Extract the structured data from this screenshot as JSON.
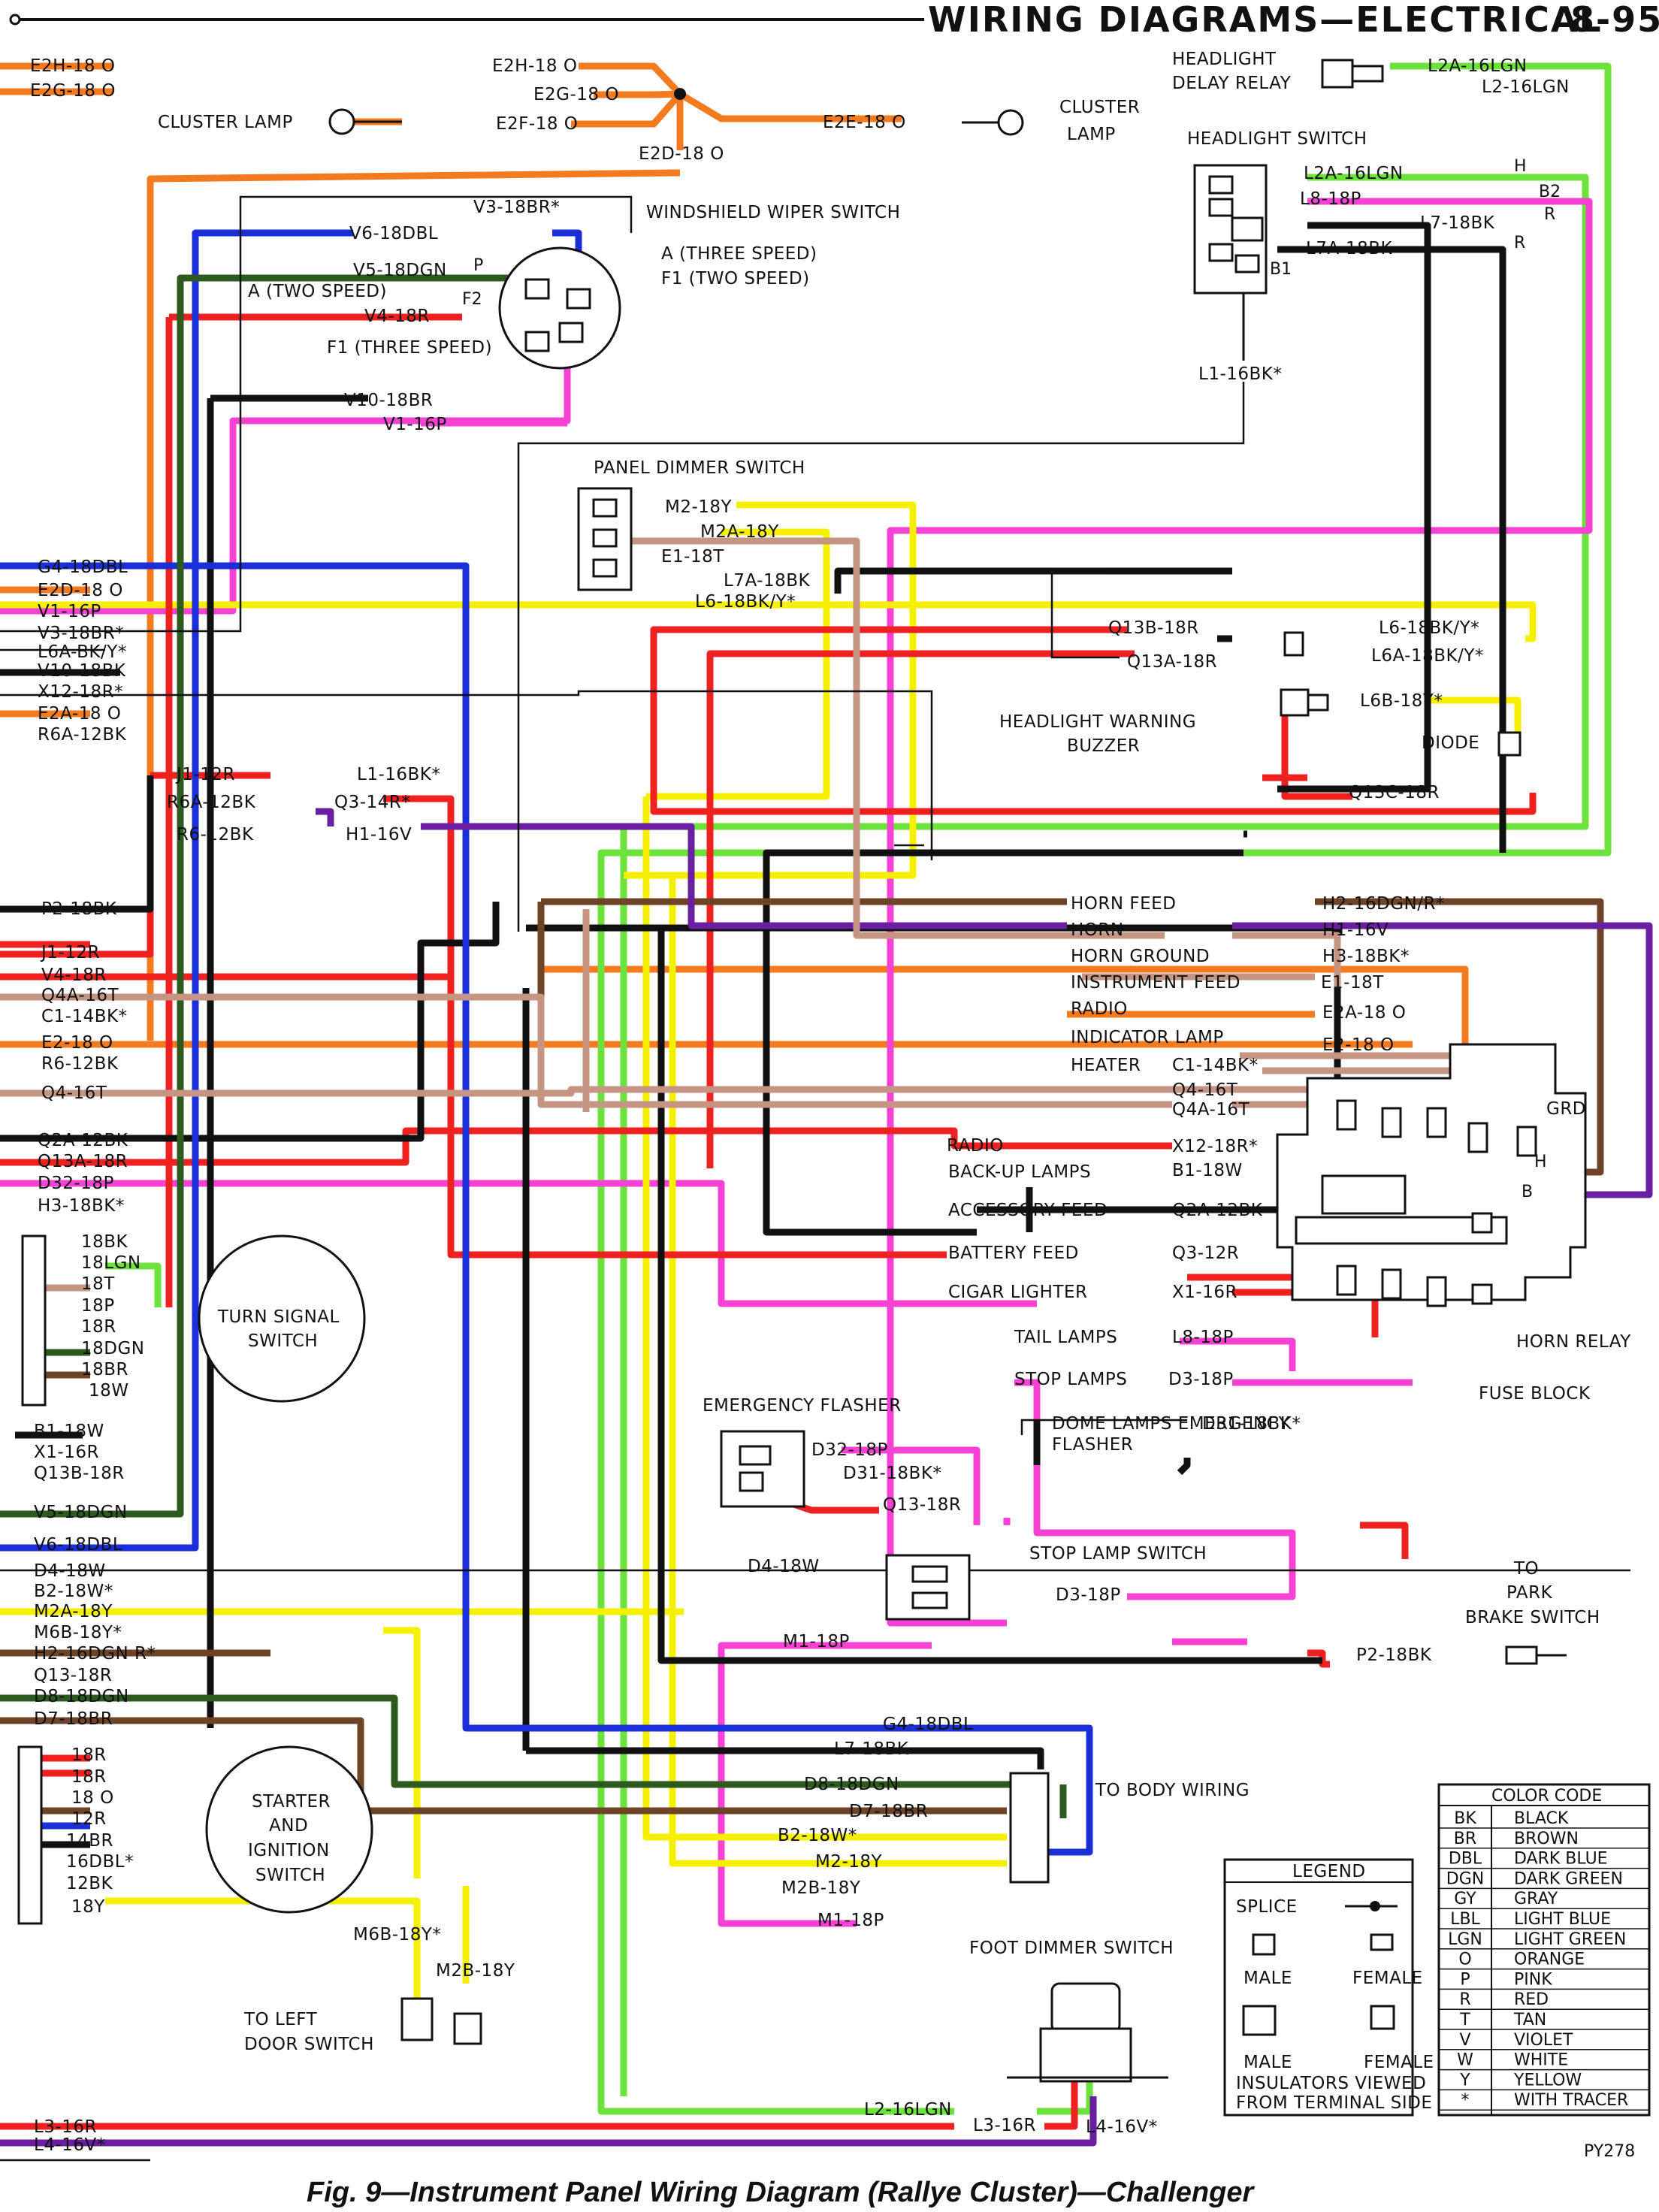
{
  "header": {
    "title": "WIRING DIAGRAMS—ELECTRICAL",
    "page": "8-95"
  },
  "caption": "Fig. 9—Instrument Panel Wiring Diagram (Rallye Cluster)—Challenger",
  "code": "PY278",
  "colors": {
    "orange": "#f47a20",
    "red": "#ee2121",
    "black": "#111111",
    "dark_blue": "#1b2fd6",
    "dark_green": "#2d5a1e",
    "light_green": "#6ee23c",
    "pink": "#f542d4",
    "yellow": "#f4f000",
    "tan": "#c69483",
    "violet": "#6a1fa0",
    "brown": "#6e4327",
    "gray": "#9a9a9a"
  },
  "components": {
    "cluster_lamp_left": "CLUSTER LAMP",
    "cluster_lamp_right": [
      "CLUSTER",
      "LAMP"
    ],
    "headlight_delay_relay": [
      "HEADLIGHT",
      "DELAY RELAY"
    ],
    "headlight_switch": "HEADLIGHT SWITCH",
    "windshield_wiper_switch": "WINDSHIELD WIPER SWITCH",
    "wiper_speed_a": "A (THREE SPEED)",
    "wiper_speed_f1": "F1 (TWO SPEED)",
    "wiper_a_two": "A (TWO SPEED)",
    "wiper_f1_three": "F1 (THREE SPEED)",
    "panel_dimmer_switch": "PANEL DIMMER SWITCH",
    "headlight_warning_buzzer": [
      "HEADLIGHT WARNING",
      "BUZZER"
    ],
    "diode": "DIODE",
    "turn_signal_switch": [
      "TURN SIGNAL",
      "SWITCH"
    ],
    "emergency_flasher": "EMERGENCY FLASHER",
    "stop_lamp_switch": "STOP LAMP SWITCH",
    "park_brake": [
      "TO",
      "PARK",
      "BRAKE SWITCH"
    ],
    "starter_ignition": [
      "STARTER",
      "AND",
      "IGNITION",
      "SWITCH"
    ],
    "left_door": [
      "TO LEFT",
      "DOOR SWITCH"
    ],
    "body_wiring": "TO BODY WIRING",
    "foot_dimmer_switch": "FOOT DIMMER SWITCH",
    "horn_relay": "HORN RELAY",
    "fuse_block": "FUSE BLOCK",
    "grd": "GRD",
    "terminal_h": "H",
    "terminal_b": "B",
    "switch_h": "H",
    "switch_b2": "B2",
    "switch_r1": "R",
    "switch_r2": "R",
    "switch_b1": "B1",
    "wiper_p": "P",
    "wiper_f2": "F2"
  },
  "left_labels": [
    "G4-18DBL",
    "E2D-18 O",
    "V1-16P",
    "V3-18BR*",
    "L6A-BK/Y*",
    "V10-18BK",
    "X12-18R*",
    "E2A-18 O",
    "R6A-12BK",
    "P2-18BK",
    "J1-12R",
    "V4-18R",
    "Q4A-16T",
    "C1-14BK*",
    "E2-18 O",
    "R6-12BK",
    "Q4-16T",
    "Q2A-12BK",
    "Q13A-18R",
    "D32-18P",
    "H3-18BK*",
    "B1-18W",
    "X1-16R",
    "Q13B-18R",
    "V5-18DGN",
    "V6-18DBL",
    "D4-18W",
    "B2-18W*",
    "M2A-18Y",
    "M6B-18Y*",
    "H2-16DGN R*",
    "Q13-18R",
    "D8-18DGN",
    "D7-18BR",
    "L3-16R",
    "L4-16V*"
  ],
  "top_labels": [
    "E2H-18 O",
    "E2G-18 O",
    "E2H-18 O",
    "E2G-18 O",
    "E2F-18 O",
    "E2D-18 O",
    "E2E-18 O",
    "L2A-16LGN",
    "L2-16LGN",
    "L2A-16LGN",
    "L8-18P",
    "L7-18BK",
    "L7A-18BK",
    "L1-16BK*",
    "V3-18BR*",
    "V6-18DBL",
    "V5-18DGN",
    "V4-18R",
    "V10-18BR",
    "V1-16P"
  ],
  "middle_labels": [
    "M2-18Y",
    "M2A-18Y",
    "E1-18T",
    "L7A-18BK",
    "L6-18BK/Y*",
    "Q13B-18R",
    "Q13A-18R",
    "L6-18BK/Y*",
    "L6A-18BK/Y*",
    "L6B-18Y*",
    "Q13C-18R",
    "J1-12R",
    "R6A-12BK",
    "R6-12BK",
    "L1-16BK*",
    "Q3-14R*",
    "H1-16V"
  ],
  "fuse_labels": [
    "HORN FEED",
    "HORN",
    "HORN GROUND",
    "INSTRUMENT FEED",
    "RADIO",
    "INDICATOR LAMP",
    "HEATER",
    "RADIO",
    "BACK-UP LAMPS",
    "ACCESSORY FEED",
    "BATTERY FEED",
    "CIGAR LIGHTER",
    "TAIL LAMPS",
    "STOP LAMPS",
    "DOME LAMPS EMERGENCY",
    "FLASHER"
  ],
  "fuse_wires": [
    "H2-16DGN/R*",
    "H1-16V",
    "H3-18BK*",
    "E1-18T",
    "E2A-18 O",
    "E2-18 O",
    "C1-14BK*",
    "Q4-16T",
    "Q4A-16T",
    "X12-18R*",
    "B1-18W",
    "Q2A-12BK",
    "Q3-12R",
    "X1-16R",
    "L8-18P",
    "D3-18P",
    "D31-18BK*"
  ],
  "turn_signal_pins": [
    "18BK",
    "18LGN",
    "18T",
    "18P",
    "18R",
    "18DGN",
    "18BR",
    "18W"
  ],
  "ignition_pins": [
    "18R",
    "18R",
    "18 O",
    "12R",
    "14BR",
    "16DBL*",
    "12BK",
    "18Y"
  ],
  "lower_labels": [
    "D32-18P",
    "D31-18BK*",
    "Q13-18R",
    "D4-18W",
    "D3-18P",
    "M1-18P",
    "P2-18BK",
    "G4-18DBL",
    "L7-18BK",
    "D8-18DGN",
    "D7-18BR",
    "B2-18W*",
    "M2-18Y",
    "M2B-18Y",
    "M1-18P",
    "M6B-18Y*",
    "M2B-18Y",
    "L2-16LGN",
    "L3-16R",
    "L4-16V*"
  ],
  "legend": {
    "title": "LEGEND",
    "splice": "SPLICE",
    "male": "MALE",
    "female": "FEMALE",
    "male2": "MALE",
    "female2": "FEMALE",
    "note": [
      "INSULATORS VIEWED",
      "FROM TERMINAL SIDE"
    ]
  },
  "color_code": {
    "title": "COLOR CODE",
    "rows": [
      [
        "BK",
        "BLACK"
      ],
      [
        "BR",
        "BROWN"
      ],
      [
        "DBL",
        "DARK BLUE"
      ],
      [
        "DGN",
        "DARK GREEN"
      ],
      [
        "GY",
        "GRAY"
      ],
      [
        "LBL",
        "LIGHT BLUE"
      ],
      [
        "LGN",
        "LIGHT GREEN"
      ],
      [
        "O",
        "ORANGE"
      ],
      [
        "P",
        "PINK"
      ],
      [
        "R",
        "RED"
      ],
      [
        "T",
        "TAN"
      ],
      [
        "V",
        "VIOLET"
      ],
      [
        "W",
        "WHITE"
      ],
      [
        "Y",
        "YELLOW"
      ],
      [
        "*",
        "WITH TRACER"
      ]
    ]
  }
}
